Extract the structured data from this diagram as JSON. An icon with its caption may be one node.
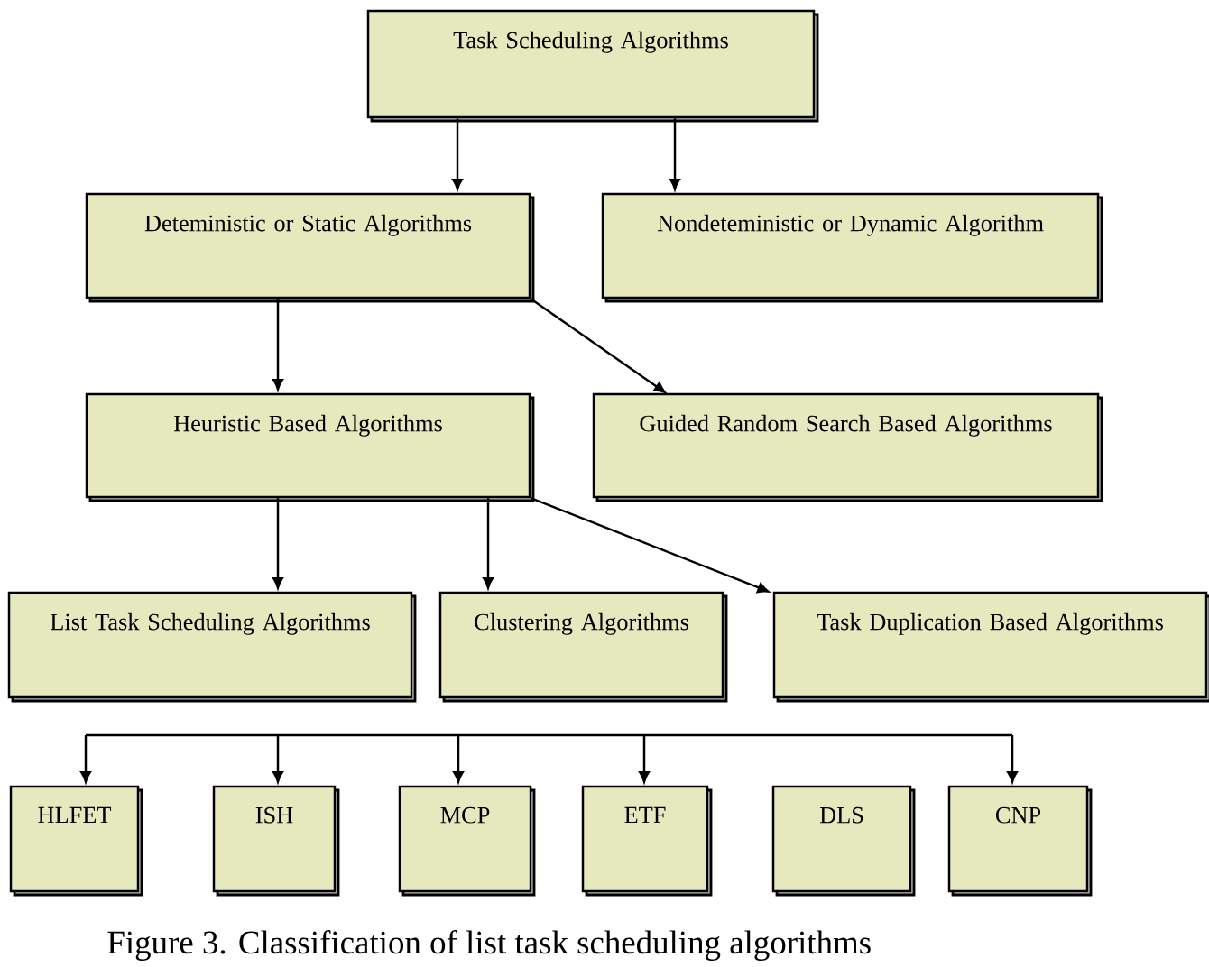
{
  "diagram": {
    "caption": "Figure 3.    Classification of list task scheduling algorithms",
    "nodes": [
      {
        "text": [
          "Task Scheduling Algorithms"
        ]
      },
      {
        "text": [
          "Deteministic or Static Algorithms"
        ]
      },
      {
        "text": [
          "Nondeteministic or Dynamic Algorithm"
        ]
      },
      {
        "text": [
          "Heuristic Based Algorithms"
        ]
      },
      {
        "text": [
          "Guided Random Search Based Algorithms"
        ]
      },
      {
        "text": [
          "List Task Scheduling Algorithms"
        ]
      },
      {
        "text": [
          "Clustering Algorithms"
        ]
      },
      {
        "text": [
          "Task Duplication Based Algorithms"
        ]
      },
      {
        "text": [
          "HLFET"
        ]
      },
      {
        "text": [
          "ISH"
        ]
      },
      {
        "text": [
          "MCP"
        ]
      },
      {
        "text": [
          "ETF"
        ]
      },
      {
        "text": [
          "DLS"
        ]
      },
      {
        "text": [
          "CNP"
        ]
      }
    ],
    "edges": [
      {
        "from": 0,
        "to": 1,
        "arrow": "to"
      },
      {
        "from": 0,
        "to": 2,
        "arrow": "to"
      },
      {
        "from": 1,
        "to": 3,
        "arrow": "to"
      },
      {
        "from": 1,
        "to": 4,
        "arrow": "to"
      },
      {
        "from": 3,
        "to": 5,
        "arrow": "to"
      },
      {
        "from": 3,
        "to": 6,
        "arrow": "to"
      },
      {
        "from": 3,
        "to": 7,
        "arrow": "to"
      },
      {
        "from": null,
        "to": 8,
        "arrow": "to"
      },
      {
        "from": null,
        "to": 9,
        "arrow": "to"
      },
      {
        "from": null,
        "to": 10,
        "arrow": "to"
      },
      {
        "from": null,
        "to": 11,
        "arrow": "to"
      },
      {
        "from": null,
        "to": 13,
        "arrow": "to"
      }
    ]
  }
}
